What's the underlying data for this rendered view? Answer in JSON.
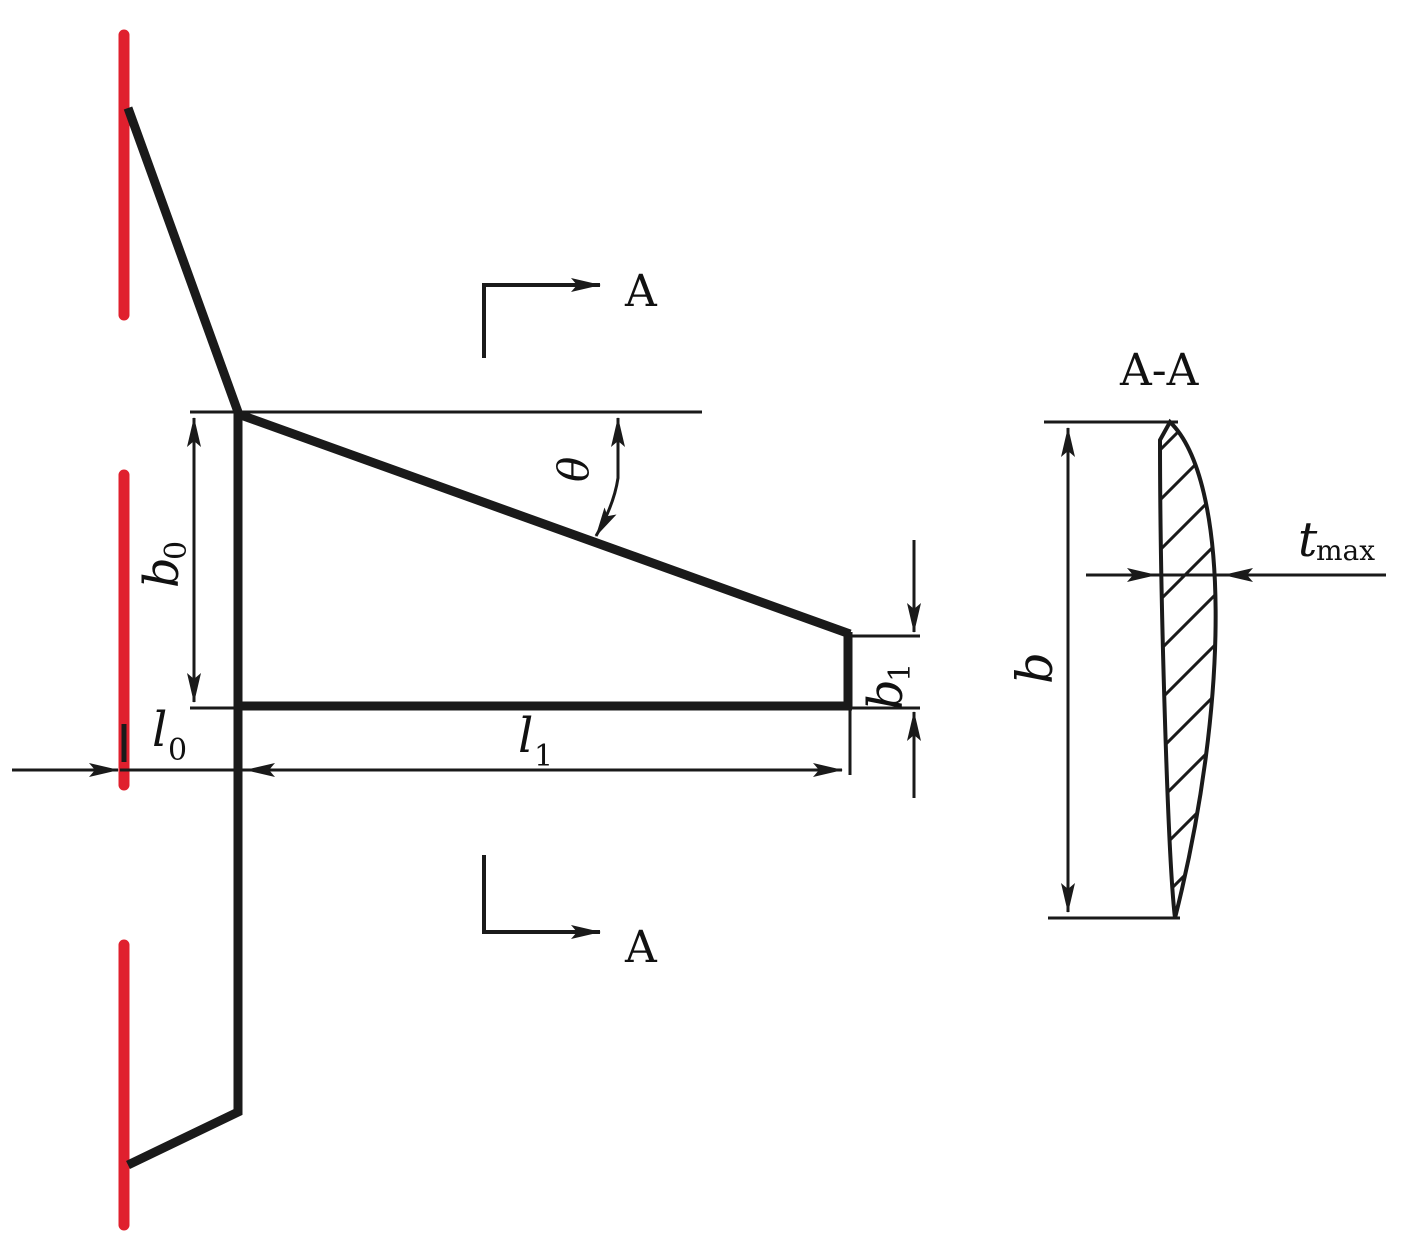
{
  "labels": {
    "section_mark_top": "A",
    "section_mark_bottom": "A",
    "section_view_title": "A-A",
    "theta": "θ",
    "b0_main": "b",
    "b0_sub": "0",
    "b1_main": "b",
    "b1_sub": "1",
    "l0_main": "l",
    "l0_sub": "0",
    "l1_main": "l",
    "l1_sub": "1",
    "b_section": "b",
    "tmax_main": "t",
    "tmax_sub": "max"
  },
  "colors": {
    "line": "#1a1a1a",
    "wall": "#e0202e"
  }
}
